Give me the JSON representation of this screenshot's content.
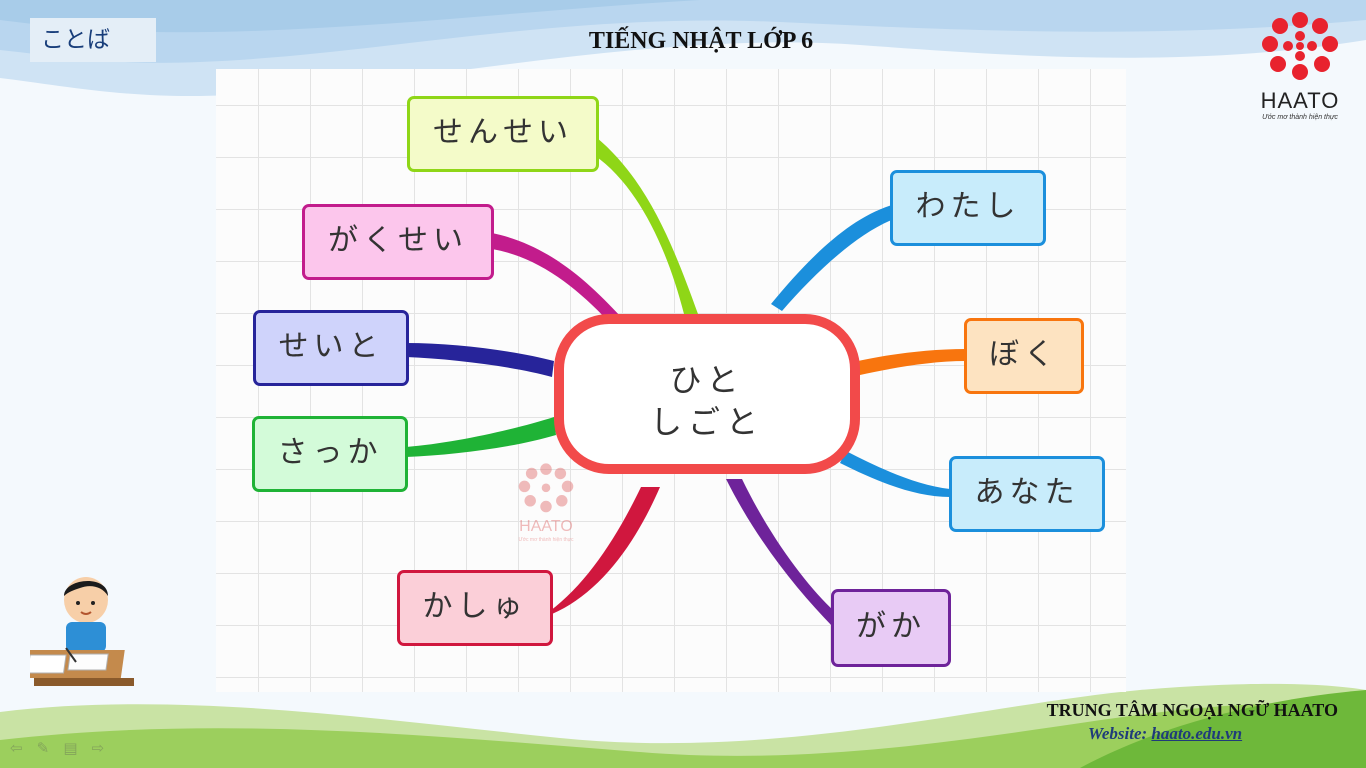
{
  "header": {
    "kotoba": "ことば",
    "title": "TIẾNG NHẬT LỚP 6"
  },
  "logo": {
    "brand": "HAATO",
    "slogan": "Ước mơ thành hiện thực"
  },
  "mindmap": {
    "center": {
      "line1": "ひと",
      "line2": "しごと"
    },
    "nodes": [
      {
        "label": "せんせい",
        "color": "#8fd617",
        "fill": "#f4fbc9"
      },
      {
        "label": "がくせい",
        "color": "#c21c8c",
        "fill": "#fcc6ec"
      },
      {
        "label": "せいと",
        "color": "#27249a",
        "fill": "#cfd3fb"
      },
      {
        "label": "さっか",
        "color": "#1fb336",
        "fill": "#d3fbd9"
      },
      {
        "label": "かしゅ",
        "color": "#d0173e",
        "fill": "#fbcfd8"
      },
      {
        "label": "わたし",
        "color": "#1b8fdc",
        "fill": "#c8ecfb"
      },
      {
        "label": "ぼく",
        "color": "#f8750e",
        "fill": "#fde3c1"
      },
      {
        "label": "あなた",
        "color": "#1b8fdc",
        "fill": "#c8ecfb"
      },
      {
        "label": "がか",
        "color": "#6e239a",
        "fill": "#e8cbf5"
      }
    ]
  },
  "footer": {
    "center_name": "TRUNG TÂM NGOẠI NGỮ HAATO",
    "website_label": "Website: ",
    "website_url": "haato.edu.vn"
  },
  "nav_controls": [
    "prev-icon",
    "pen-icon",
    "menu-icon",
    "next-icon"
  ]
}
